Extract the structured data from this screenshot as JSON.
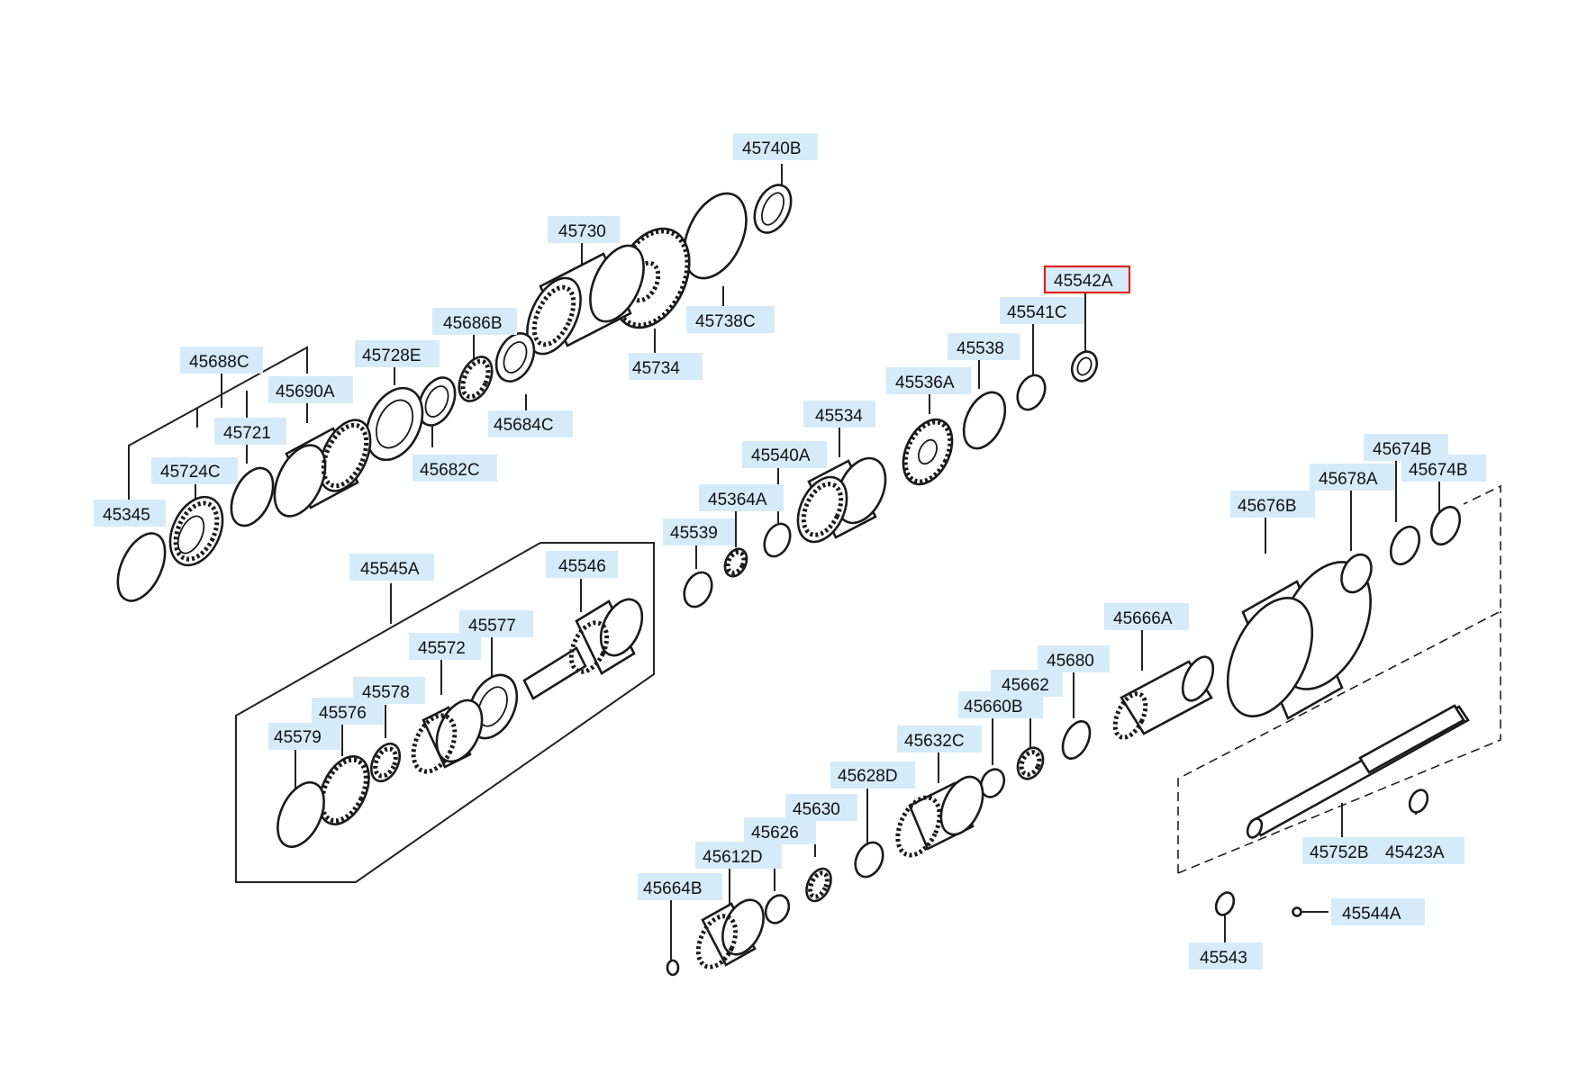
{
  "diagram": {
    "highlighted": "45542A",
    "labels": {
      "p45740B": "45740B",
      "p45730": "45730",
      "p45542A": "45542A",
      "p45541C": "45541C",
      "p45738C": "45738C",
      "p45686B": "45686B",
      "p45538": "45538",
      "p45734": "45734",
      "p45688C": "45688C",
      "p45728E": "45728E",
      "p45536A": "45536A",
      "p45690A": "45690A",
      "p45684C": "45684C",
      "p45534": "45534",
      "p45721": "45721",
      "p45682C": "45682C",
      "p45540A": "45540A",
      "p45674B_1": "45674B",
      "p45724C": "45724C",
      "p45678A": "45678A",
      "p45674B_2": "45674B",
      "p45364A": "45364A",
      "p45345": "45345",
      "p45676B": "45676B",
      "p45539": "45539",
      "p45545A": "45545A",
      "p45546": "45546",
      "p45577": "45577",
      "p45666A": "45666A",
      "p45572": "45572",
      "p45680": "45680",
      "p45578": "45578",
      "p45662": "45662",
      "p45576": "45576",
      "p45660B": "45660B",
      "p45579": "45579",
      "p45632C": "45632C",
      "p45628D": "45628D",
      "p45630": "45630",
      "p45626": "45626",
      "p45612D": "45612D",
      "p45752B": "45752B",
      "p45423A": "45423A",
      "p45664B": "45664B",
      "p45544A": "45544A",
      "p45543": "45543"
    }
  }
}
